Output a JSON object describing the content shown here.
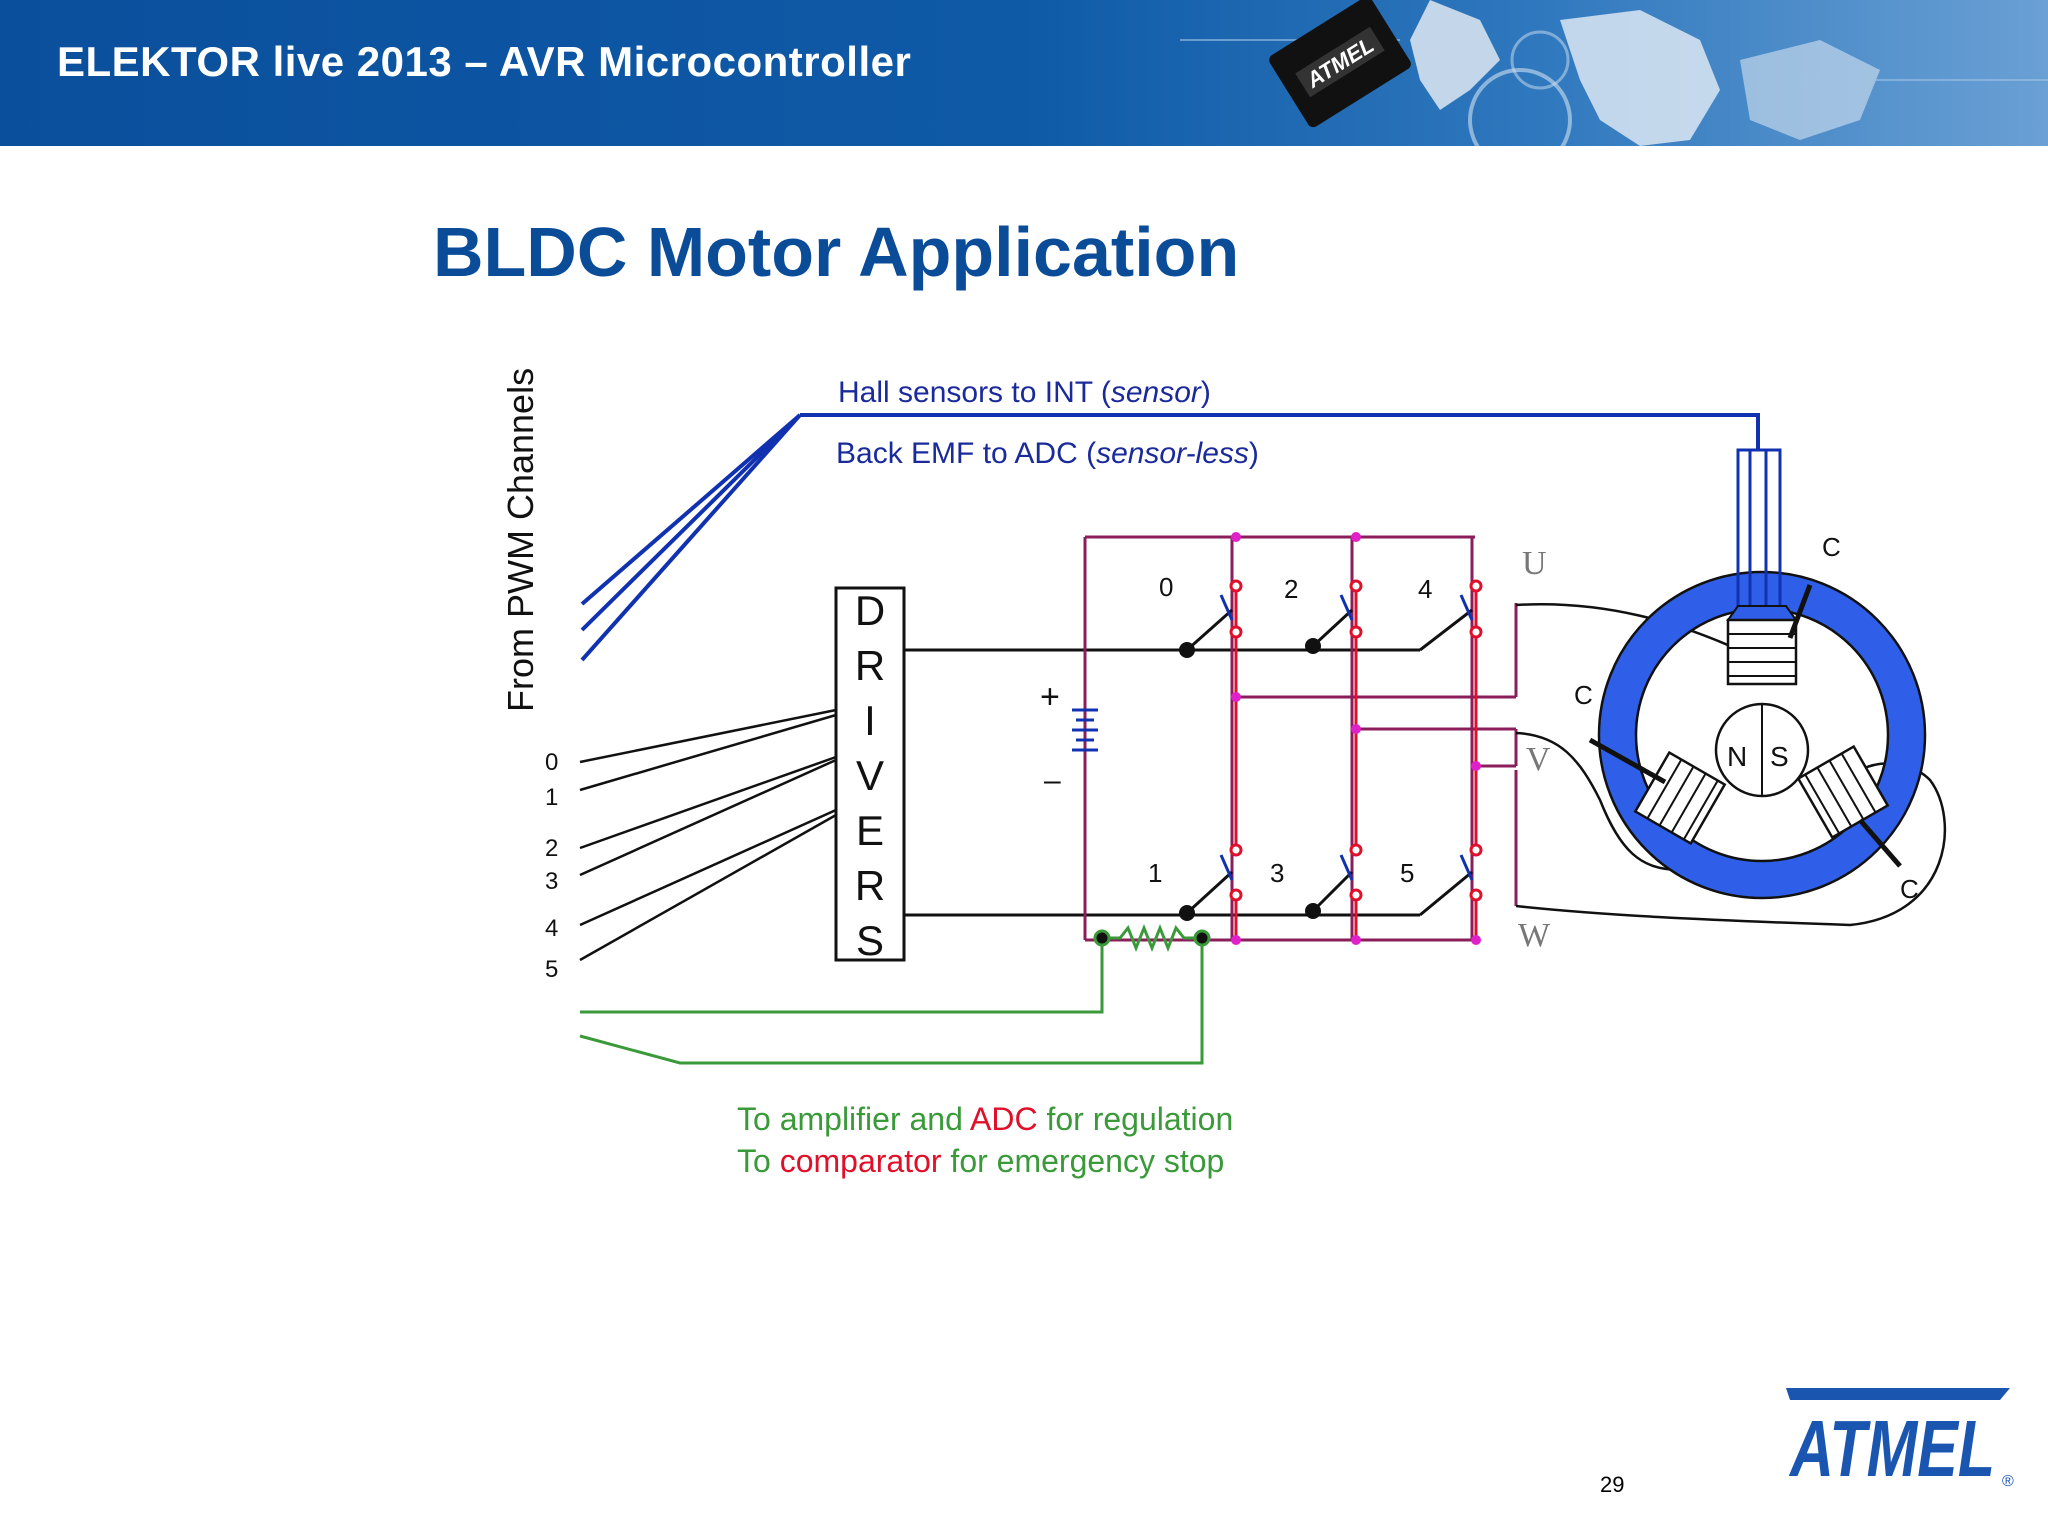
{
  "header": {
    "title": "ELEKTOR live 2013 – AVR Microcontroller"
  },
  "slide": {
    "title": "BLDC Motor Application",
    "page_number": "29"
  },
  "diagram": {
    "pwm_label": "From PWM Channels",
    "pwm_numbers": [
      "0",
      "1",
      "2",
      "3",
      "4",
      "5"
    ],
    "drivers_letters": [
      "D",
      "R",
      "I",
      "V",
      "E",
      "R",
      "S"
    ],
    "hall_text": "Hall sensors to INT (",
    "hall_italic": "sensor",
    "hall_close": ")",
    "emf_text": "Back EMF to ADC (",
    "emf_italic": "sensor-less",
    "emf_close": ")",
    "switch_top": [
      "0",
      "2",
      "4"
    ],
    "switch_bottom": [
      "1",
      "3",
      "5"
    ],
    "phases": [
      "U",
      "V",
      "W"
    ],
    "coil_labels": [
      "C",
      "C",
      "C"
    ],
    "rotor_n": "N",
    "rotor_s": "S",
    "plus": "+",
    "minus": "–",
    "green_line1_a": "To amplifier and ",
    "green_line1_red": "ADC",
    "green_line1_b": " for regulation",
    "green_line2_a": "To ",
    "green_line2_red": "comparator",
    "green_line2_b": " for emergency stop"
  },
  "logo": {
    "text": "ATMEL",
    "reg": "®"
  },
  "colors": {
    "brand_blue": "#0b4c98",
    "wire_blue": "#1032b0",
    "green": "#3a9a3a",
    "red": "#e0102a",
    "purple": "#8a1e5a",
    "motor_blue": "#2f5fe8"
  }
}
